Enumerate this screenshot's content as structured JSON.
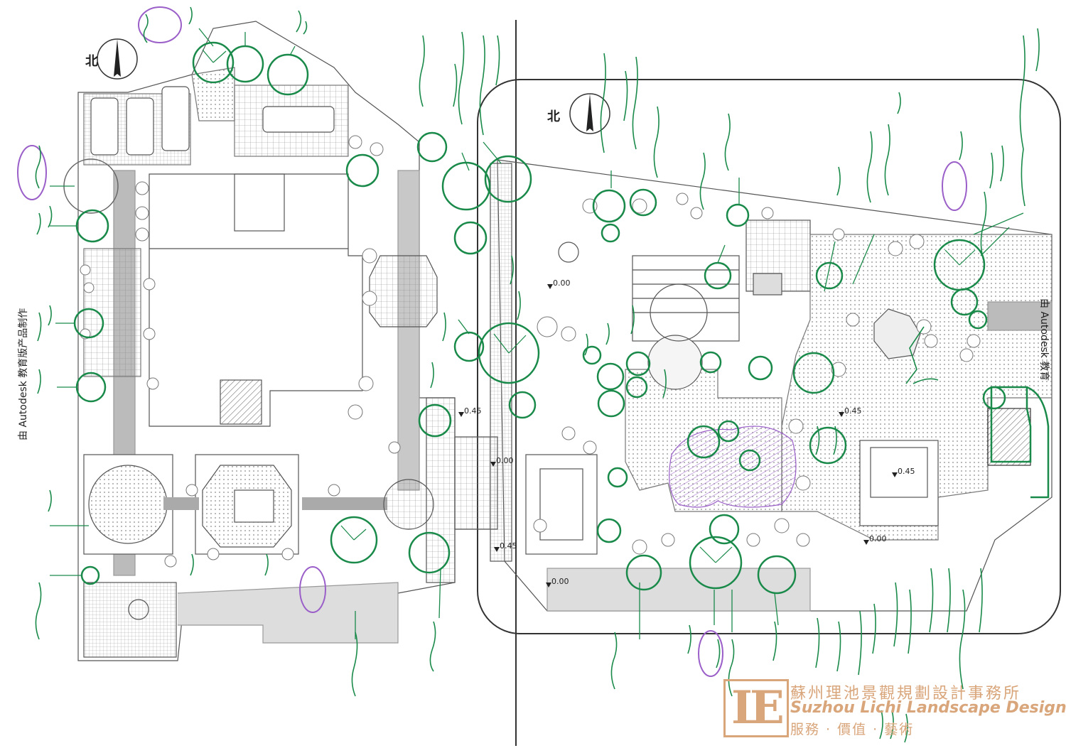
{
  "watermark_left": "由 Autodesk 教育版产品制作",
  "watermark_right": "由 Autodesk 教育",
  "north_left": "北",
  "north_right": "北",
  "firm": {
    "name_cn": "蘇州理池景觀規劃設計事務所",
    "name_en": "Suzhou Lichi Landscape Design",
    "motto": "服務  ·  價值  ·  藝術"
  },
  "elevations": [
    "0.00",
    "0.45",
    "0.45",
    "0.00",
    "0.45",
    "0.00",
    "0.45",
    "0.00"
  ],
  "colors": {
    "plan_line": "#555555",
    "annotation": "#1a8a4a",
    "highlight": "#9a5fc8",
    "logo": "#d9a57a"
  }
}
